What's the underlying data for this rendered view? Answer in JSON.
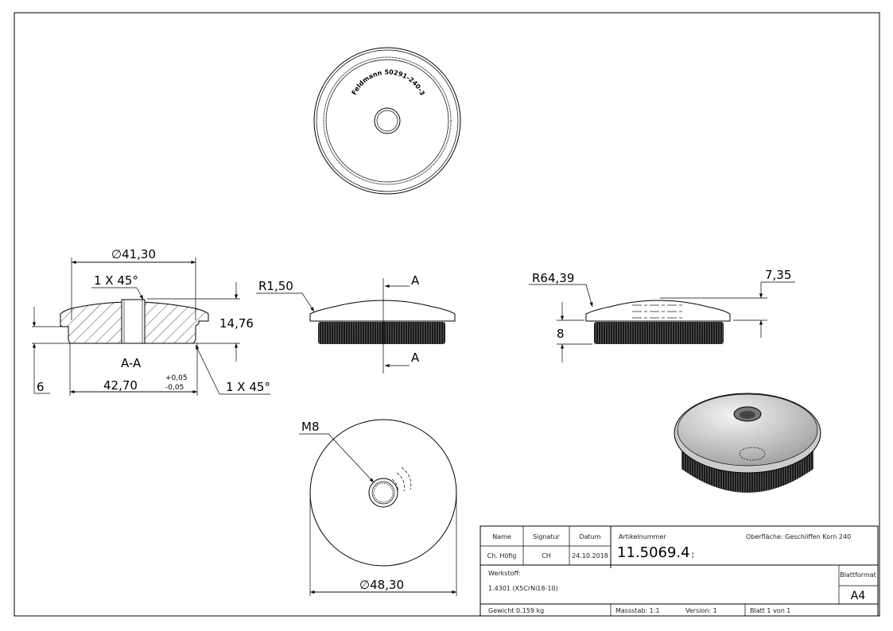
{
  "drawing": {
    "top_view": {
      "engraving": "Feldmann 50291-240-3"
    },
    "section": {
      "label": "A-A",
      "dim_top_diameter": "41,30",
      "dim_bottom_diameter": "42,70",
      "tol_upper": "+0,05",
      "tol_lower": "-0,05",
      "dim_height": "14,76",
      "dim_step": "6",
      "chamfer_top": "1 X 45°",
      "chamfer_bottom": "1 X 45°"
    },
    "front_view": {
      "radius": "R1,50",
      "cut_label_top": "A",
      "cut_label_bottom": "A"
    },
    "side_view": {
      "radius": "R64,39",
      "dim_cap": "7,35",
      "dim_knurl": "8"
    },
    "bottom_view": {
      "thread": "M8",
      "diameter": "48,30"
    },
    "diameter_symbol": "∅"
  },
  "title_block": {
    "name_label": "Name",
    "signatur_label": "Signatur",
    "datum_label": "Datum",
    "name_value": "Ch. Höfig",
    "signatur_value": "CH",
    "datum_value": "24.10.2018",
    "artikel_label": "Artikelnummer",
    "artikel_value": "11.5069.4",
    "artikel_suffix": "¦",
    "oberflaeche": "Oberfläche:  Geschliffen Korn 240",
    "werkstoff_label": "Werkstoff:",
    "werkstoff_value": "1.4301 (X5CrNi18-10)",
    "blattformat_label": "Blattformat",
    "blattformat_value": "A4",
    "gewicht": "Gewicht 0.159 kg",
    "massstab": "Massstab: 1:1",
    "version": "Version: 1",
    "blatt": "Blatt 1 von 1"
  }
}
